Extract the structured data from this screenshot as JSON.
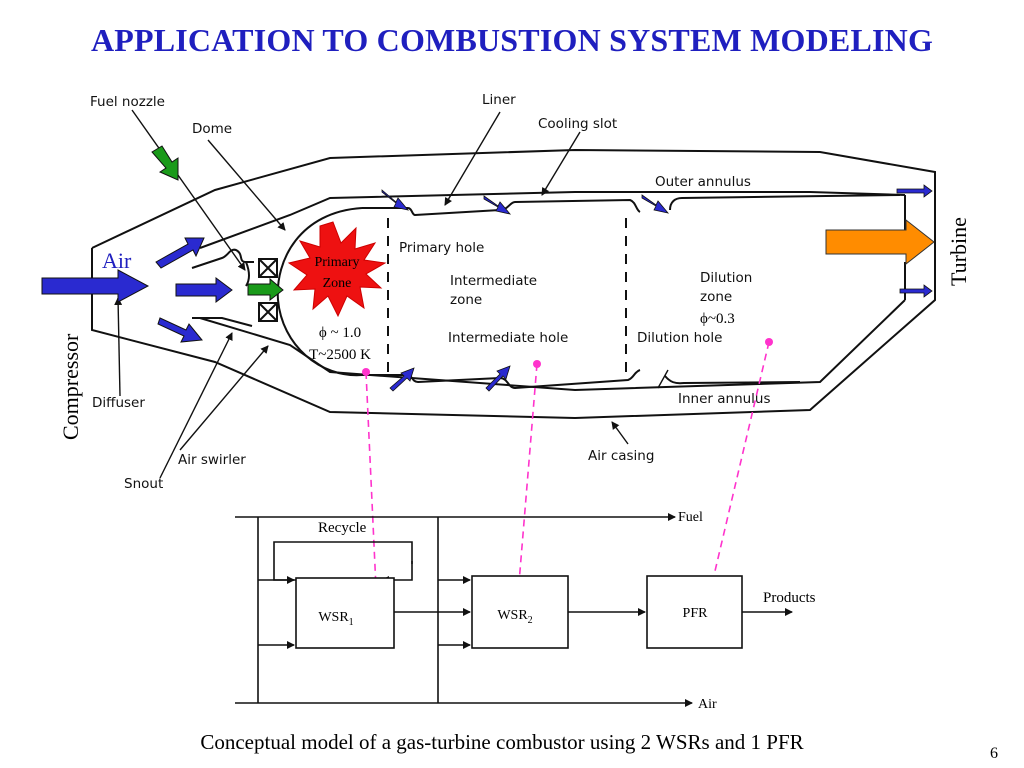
{
  "title": "APPLICATION TO COMBUSTION SYSTEM MODELING",
  "caption": "Conceptual model of a gas-turbine combustor using 2 WSRs and 1 PFR",
  "page_number": "6",
  "labels": {
    "fuel_nozzle": "Fuel nozzle",
    "dome": "Dome",
    "liner": "Liner",
    "cooling_slot": "Cooling slot",
    "outer_annulus": "Outer annulus",
    "primary_hole": "Primary hole",
    "intermediate_zone_1": "Intermediate",
    "intermediate_zone_2": "zone",
    "dilution_zone_1": "Dilution",
    "dilution_zone_2": "zone",
    "intermediate_hole": "Intermediate hole",
    "dilution_hole": "Dilution hole",
    "inner_annulus": "Inner annulus",
    "air_casing": "Air casing",
    "diffuser": "Diffuser",
    "air_swirler": "Air swirler",
    "snout": "Snout",
    "air": "Air",
    "compressor": "Compressor",
    "turbine": "Turbine",
    "primary_zone_1": "Primary",
    "primary_zone_2": "Zone",
    "phi_primary": "ϕ ~ 1.0",
    "temp_primary": "T~2500 K",
    "phi_dilution": "ϕ~0.3"
  },
  "reactor_network": {
    "recycle": "Recycle",
    "fuel": "Fuel",
    "air": "Air",
    "products": "Products",
    "wsr1": "WSR",
    "wsr1_sub": "1",
    "wsr2": "WSR",
    "wsr2_sub": "2",
    "pfr": "PFR"
  },
  "colors": {
    "title": "#1f1fbf",
    "air_arrow": "#2a2ad0",
    "fuel_arrow": "#1a9a1a",
    "turbine_arrow": "#ff8c00",
    "flame": "#ee1111",
    "link": "#ff33cc"
  }
}
